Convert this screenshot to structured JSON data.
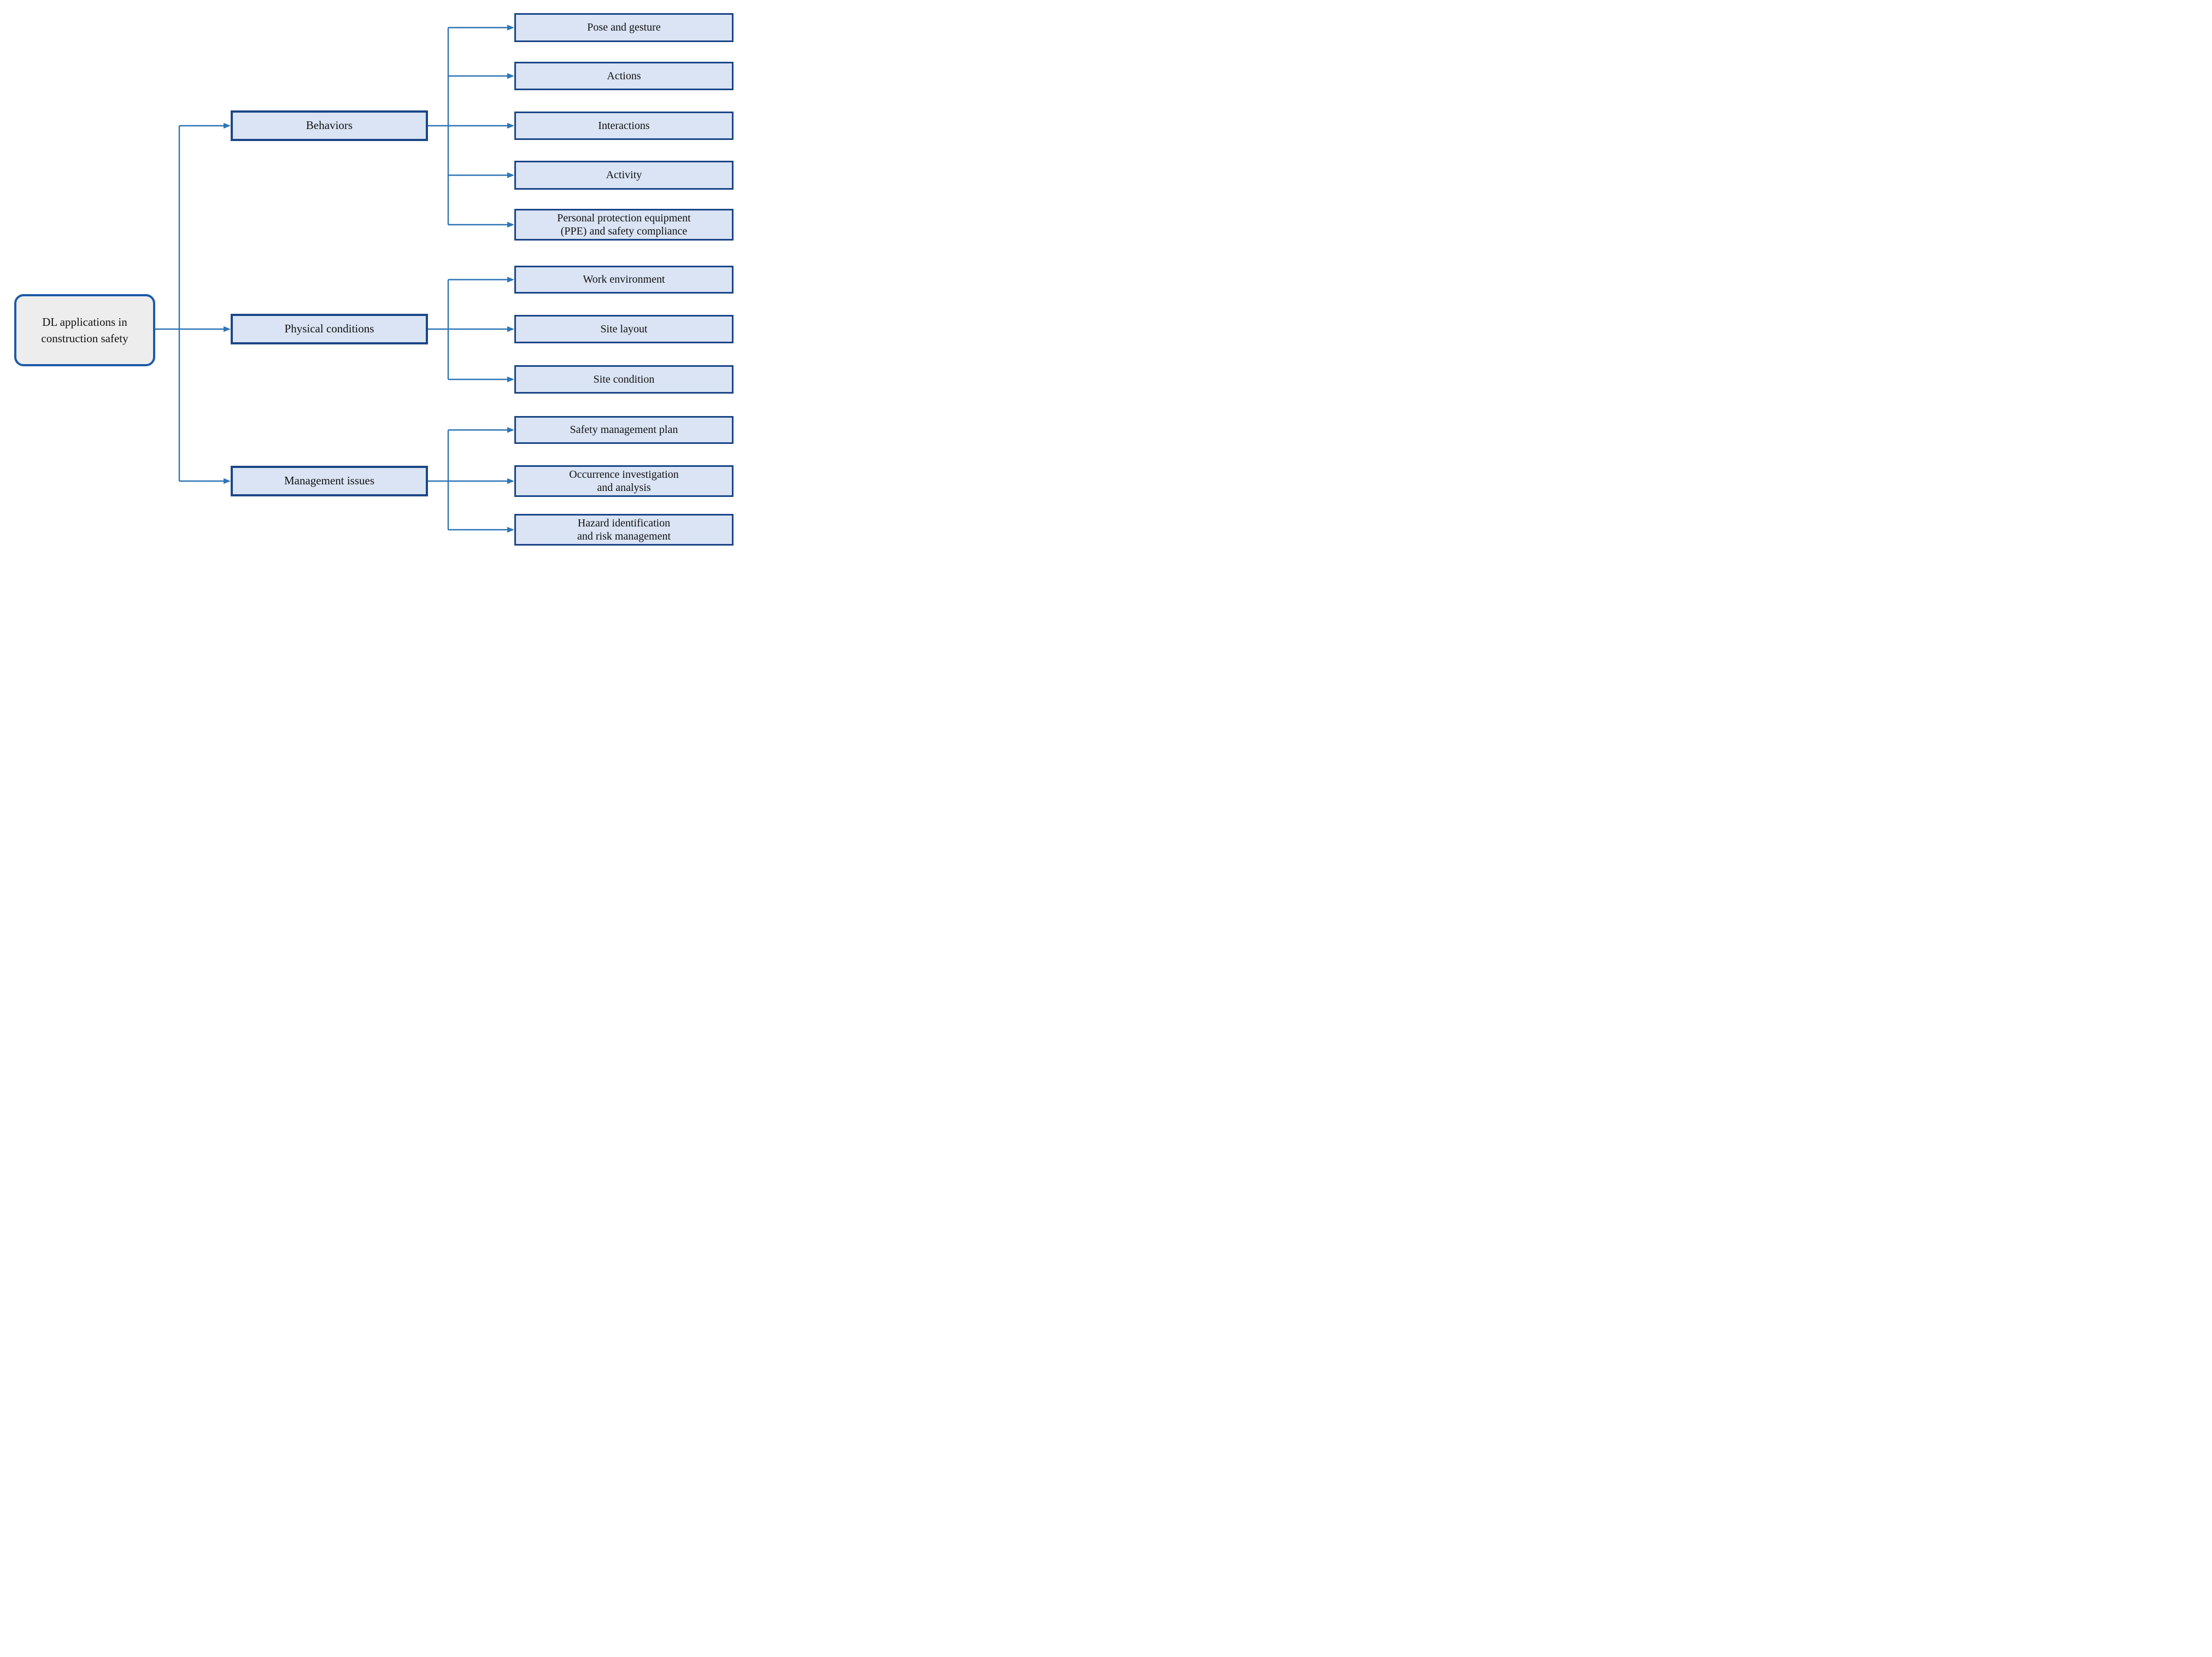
{
  "diagram": {
    "root": {
      "label": "DL applications in\nconstruction safety"
    },
    "branches": [
      {
        "label": "Behaviors",
        "children": [
          {
            "label": "Pose and gesture"
          },
          {
            "label": "Actions"
          },
          {
            "label": "Interactions"
          },
          {
            "label": "Activity"
          },
          {
            "label": "Personal protection equipment\n(PPE) and safety compliance"
          }
        ]
      },
      {
        "label": "Physical conditions",
        "children": [
          {
            "label": "Work environment"
          },
          {
            "label": "Site layout"
          },
          {
            "label": "Site condition"
          }
        ]
      },
      {
        "label": "Management issues",
        "children": [
          {
            "label": "Safety management plan"
          },
          {
            "label": "Occurrence investigation\nand analysis"
          },
          {
            "label": "Hazard identification\nand risk management"
          }
        ]
      }
    ],
    "colors": {
      "box_fill": "#dae4f4",
      "box_border": "#1b4688",
      "root_fill": "#ededed",
      "root_border": "#1d5aa8",
      "connector": "#2e75b6",
      "text": "#111111"
    }
  }
}
